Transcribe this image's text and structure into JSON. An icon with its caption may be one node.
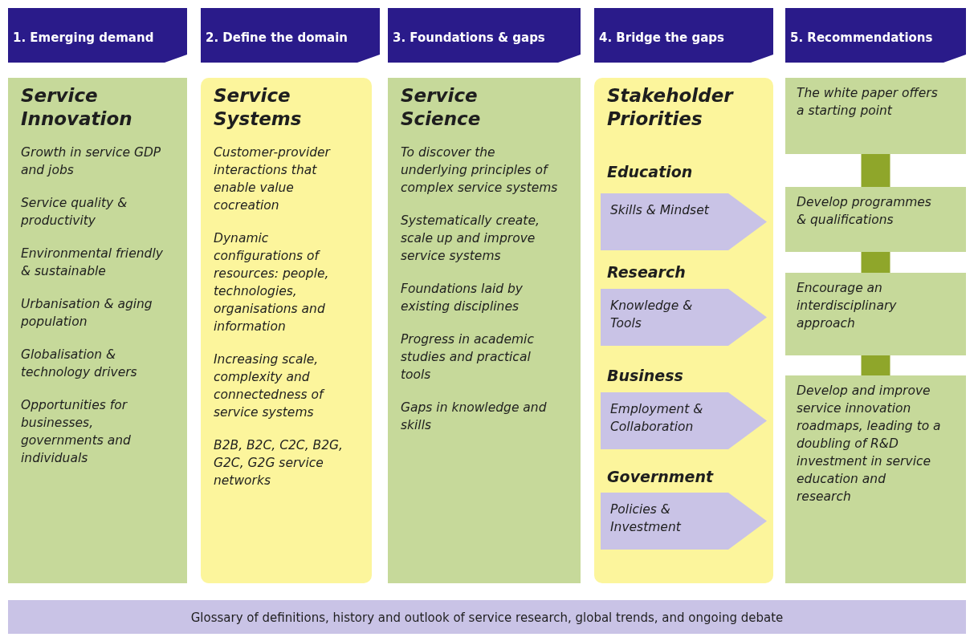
{
  "diagram": {
    "nodes": [
      {
        "text": [
          "1. Emerging demand"
        ]
      },
      {
        "text": [
          "2. Define the domain"
        ]
      },
      {
        "text": [
          "3. Foundations & gaps"
        ]
      },
      {
        "text": [
          "4. Bridge the gaps"
        ]
      },
      {
        "text": [
          "5. Recommendations"
        ]
      },
      {
        "text": [
          "Service Innovation",
          "Growth in service GDP and jobs",
          "Service quality & productivity",
          "Environmental friendly & sustainable",
          "Urbanisation & aging population",
          "Globalisation & technology drivers",
          "Opportunities for businesses, governments and individuals"
        ]
      },
      {
        "text": [
          "Service Systems",
          "Customer-provider interactions that enable value cocreation",
          "Dynamic configurations of resources: people, technologies, organisations and information",
          "Increasing scale, complexity and connectedness of service systems",
          "B2B, B2C, C2C, B2G, G2C, G2G service networks"
        ]
      },
      {
        "text": [
          "Service Science",
          "To discover the underlying principles of complex service systems",
          "Systematically create, scale up and improve service systems",
          "Foundations laid by existing disciplines",
          "Progress in academic studies and practical tools",
          "Gaps in knowledge and skills"
        ]
      },
      {
        "text": [
          "Stakeholder Priorities",
          "Education",
          "Research",
          "Business",
          "Government"
        ]
      },
      {
        "text": [
          "Skills & Mindset"
        ],
        "in": 8
      },
      {
        "text": [
          "Knowledge & Tools"
        ],
        "in": 8
      },
      {
        "text": [
          "Employment & Collaboration"
        ],
        "in": 8
      },
      {
        "text": [
          "Policies & Investment"
        ],
        "in": 8
      },
      {
        "text": [
          "The white paper offers a starting point"
        ]
      },
      {
        "text": [
          "Develop programmes & qualifications"
        ]
      },
      {
        "text": [
          "Encourage an interdisciplinary approach"
        ]
      },
      {
        "text": [
          "Develop and improve service innovation roadmaps, leading to a doubling of R&D investment in service education and research"
        ]
      },
      {
        "text": [
          "Glossary of definitions, history and outlook of service research, global trends, and ongoing debate"
        ]
      }
    ],
    "edges": [
      {
        "from": 13,
        "to": 14,
        "arrow": "none"
      },
      {
        "from": 14,
        "to": 15,
        "arrow": "none"
      },
      {
        "from": 15,
        "to": 16,
        "arrow": "none"
      }
    ]
  }
}
